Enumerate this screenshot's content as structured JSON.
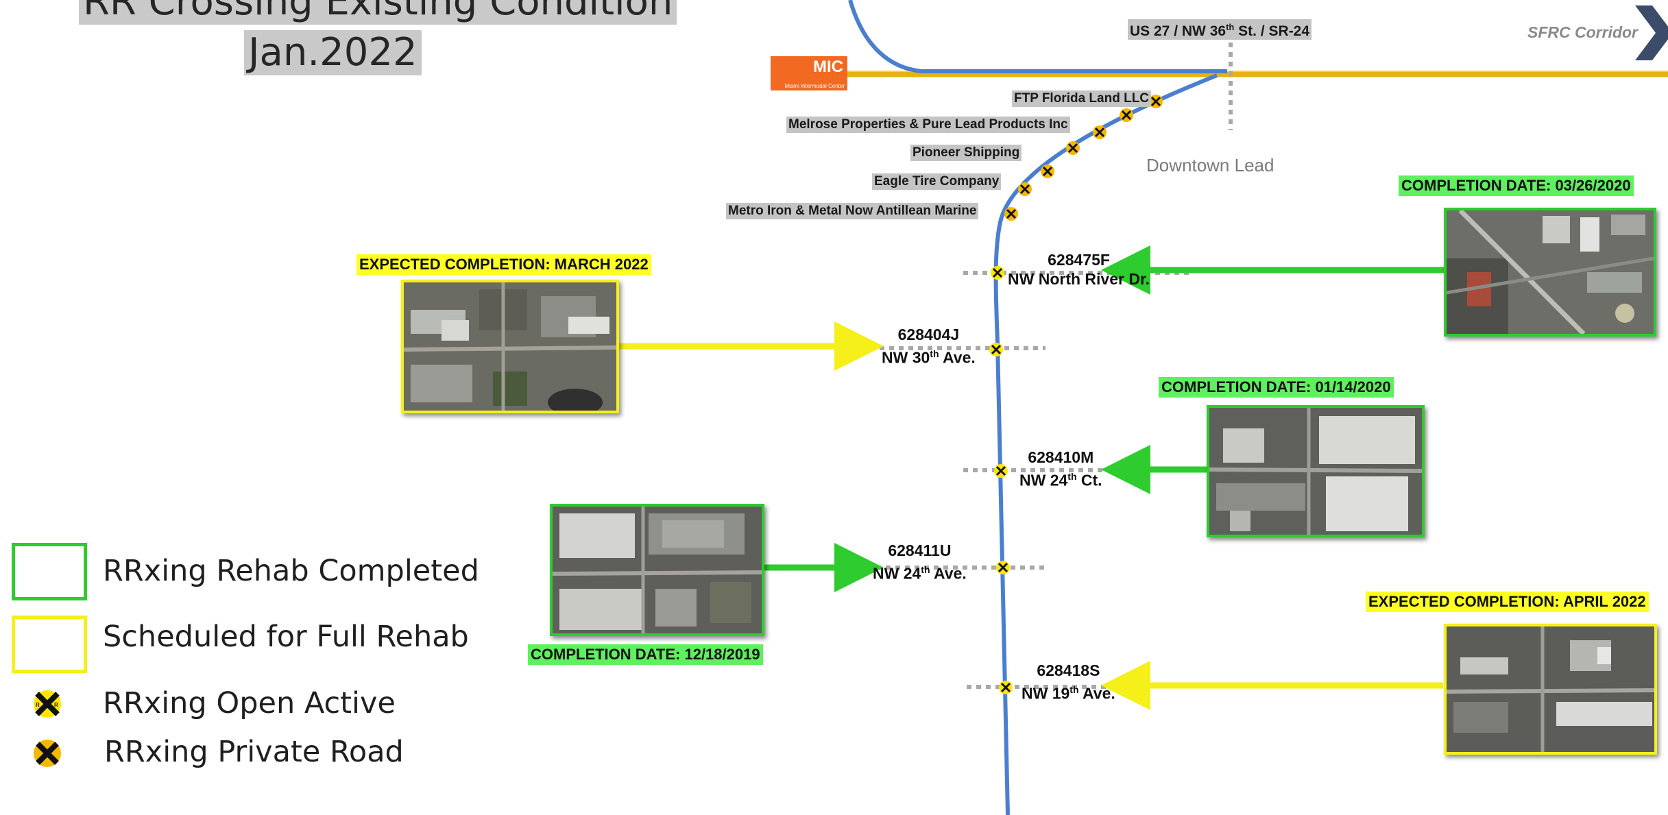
{
  "title": {
    "line1": "RR Crossing Existing Condition",
    "line2": "Jan.2022"
  },
  "top_road_label": {
    "text": "US 27 / NW 36",
    "sup": "th",
    "rest": " St. / SR-24"
  },
  "corridor_label": "SFRC Corridor",
  "mic": {
    "label": "MIC",
    "sub": "Miami Intermodal Center"
  },
  "downtown_lead": "Downtown Lead",
  "private_labels": [
    "FTP Florida Land LLC",
    "Melrose Properties & Pure Lead Products Inc",
    "Pioneer Shipping",
    "Eagle Tire Company",
    "Metro Iron & Metal Now Antillean Marine"
  ],
  "crossings": [
    {
      "id": "628475F",
      "street": "NW North River Dr.",
      "sup": "",
      "rest": ""
    },
    {
      "id": "628404J",
      "street": "NW 30",
      "sup": "th",
      "rest": " Ave."
    },
    {
      "id": "628410M",
      "street": "NW 24",
      "sup": "th",
      "rest": " Ct."
    },
    {
      "id": "628411U",
      "street": "NW 24",
      "sup": "th",
      "rest": " Ave."
    },
    {
      "id": "628418S",
      "street": "NW 19",
      "sup": "th",
      "rest": " Ave."
    }
  ],
  "status_labels": {
    "north_river": "COMPLETION DATE: 03/26/2020",
    "nw30": "EXPECTED COMPLETION: MARCH 2022",
    "nw24ct": "COMPLETION DATE: 01/14/2020",
    "nw24ave": "COMPLETION DATE: 12/18/2019",
    "nw19": "EXPECTED COMPLETION: APRIL 2022"
  },
  "legend": [
    {
      "label": "RRxing Rehab Completed",
      "symbol": "green-box"
    },
    {
      "label": "Scheduled for Full Rehab",
      "symbol": "yellow-box"
    },
    {
      "label": "RRxing Open Active",
      "symbol": "crossing-sign-icon"
    },
    {
      "label": "RRxing Private Road",
      "symbol": "private-crossing-icon"
    }
  ],
  "colors": {
    "completed": "#2ecc2e",
    "scheduled": "#f5ef1a",
    "rail": "#4a7fd0",
    "corridor": "#e8b310",
    "mic": "#f26a22"
  }
}
